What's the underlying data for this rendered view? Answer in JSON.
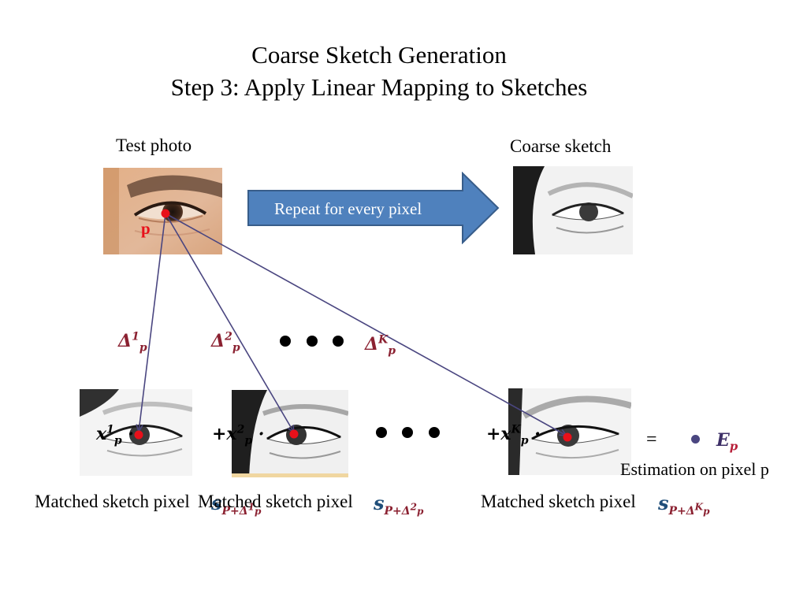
{
  "title": {
    "line1": "Coarse Sketch Generation",
    "line2": "Step 3: Apply Linear Mapping to Sketches"
  },
  "labels": {
    "test_photo": "Test photo",
    "coarse_sketch": "Coarse sketch",
    "repeat": "Repeat for every pixel",
    "pixel_p": "p",
    "equals": "=",
    "estimation": "Estimation on pixel p",
    "matched": "Matched sketch pixel"
  },
  "math": {
    "delta": "Δ",
    "p": "p",
    "k1": "1",
    "k2": "2",
    "kK": "K",
    "x": "x",
    "plus_x": "+x",
    "dot": "·",
    "s": "s",
    "P_plus": "P+",
    "E": "E"
  },
  "colors": {
    "arrow_fill": "#4F81BD",
    "line": "#4a4680",
    "red_dot": "#E8101A",
    "delta": "#8B2131",
    "s_symbol": "#1F4E79"
  }
}
